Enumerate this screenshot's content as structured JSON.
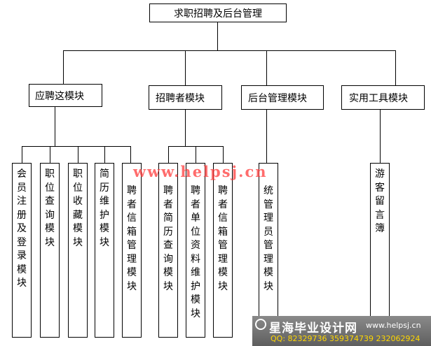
{
  "root": {
    "label": "求职招聘及后台管理"
  },
  "modules": [
    {
      "label": "应聘这模块"
    },
    {
      "label": "招聘者模块"
    },
    {
      "label": "后台管理模块"
    },
    {
      "label": "实用工具模块"
    }
  ],
  "applicant_items": [
    {
      "label": "会员注册及登录模块"
    },
    {
      "label": "职位查询模块"
    },
    {
      "label": "职位收藏模块"
    },
    {
      "label": "简历维护模块"
    },
    {
      "label": "聘者信箱管理模块"
    }
  ],
  "recruiter_items": [
    {
      "label": "聘者简历查询模块"
    },
    {
      "label": "聘者单位资料维护模块"
    },
    {
      "label": "聘者信箱管理模块"
    }
  ],
  "admin_items": [
    {
      "label": "统管理员管理模块"
    }
  ],
  "tool_items": [
    {
      "label": "游客留言簿"
    }
  ],
  "watermark": {
    "text": "www.helpsj.cn"
  },
  "logo": {
    "title": "星海毕业设计网",
    "url": "www.helpsj.cn",
    "qq": "QQ: 82329736  359374739  232062924"
  },
  "colors": {
    "line": "#000000",
    "watermark": "#ff3b3b",
    "logo_band": "#6f6f6f",
    "logo_qq": "#ffd700"
  }
}
